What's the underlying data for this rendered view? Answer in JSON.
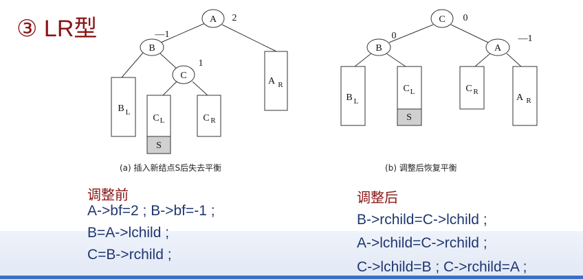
{
  "title": "③ LR型",
  "diagram_a": {
    "caption": "(a) 插入新结点S后失去平衡",
    "nodes": {
      "A": "A",
      "B": "B",
      "C": "C"
    },
    "bf": {
      "A": "2",
      "B": "—1",
      "C": "1"
    },
    "subtrees": {
      "BL": "B",
      "BL_sub": "L",
      "CL": "C",
      "CL_sub": "L",
      "CR": "C",
      "CR_sub": "R",
      "AR": "A",
      "AR_sub": "R",
      "S": "S"
    }
  },
  "diagram_b": {
    "caption": "(b) 调整后恢复平衡",
    "nodes": {
      "A": "A",
      "B": "B",
      "C": "C"
    },
    "bf": {
      "A": "—1",
      "B": "0",
      "C": "0"
    },
    "subtrees": {
      "BL": "B",
      "BL_sub": "L",
      "CL": "C",
      "CL_sub": "L",
      "CR": "C",
      "CR_sub": "R",
      "AR": "A",
      "AR_sub": "R",
      "S": "S"
    }
  },
  "before": {
    "heading": "调整前",
    "lines": [
      "A->bf=2 ; B->bf=-1 ;",
      "B=A->lchild ;",
      "C=B->rchild ;"
    ]
  },
  "after": {
    "heading": "调整后",
    "lines": [
      "B->rchild=C->lchild ;",
      "A->lchild=C->rchild ;",
      "C->lchild=B ; C->rchild=A ;"
    ]
  }
}
